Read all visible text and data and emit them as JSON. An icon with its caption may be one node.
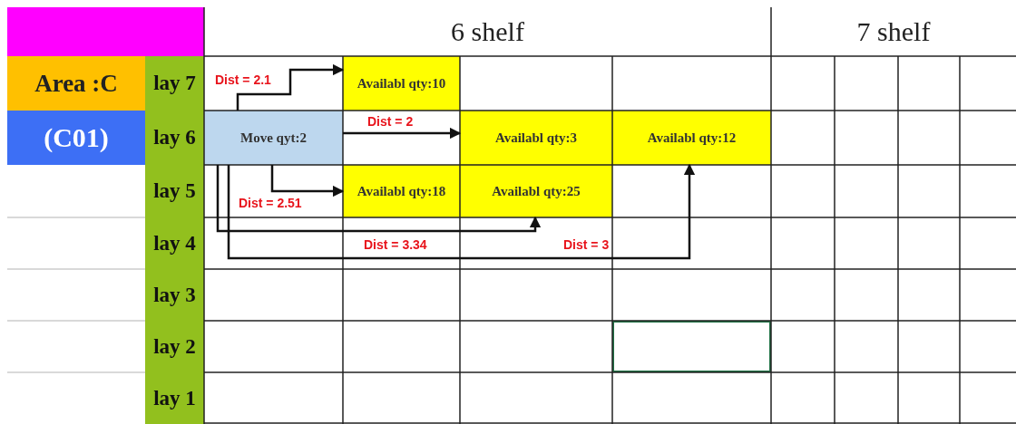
{
  "diagram": {
    "nodes": [
      {
        "text": [
          "Availabl qty:10"
        ]
      },
      {
        "text": [
          "Move qyt:2"
        ]
      },
      {
        "text": [
          "Availabl qty:3"
        ]
      },
      {
        "text": [
          "Availabl qty:12"
        ]
      },
      {
        "text": [
          "Availabl qty:18"
        ]
      },
      {
        "text": [
          "Availabl qty:25"
        ]
      },
      {
        "text": [],
        "shape": "box"
      }
    ],
    "edges": [
      {
        "from": 1,
        "to": 0,
        "arrow": "to",
        "label": "Dist = 2.1"
      },
      {
        "from": 1,
        "to": 2,
        "arrow": "to",
        "label": "Dist = 2"
      },
      {
        "from": 1,
        "to": 3,
        "arrow": "to",
        "label": "Dist = 3"
      },
      {
        "from": 1,
        "to": 5,
        "arrow": "to",
        "label": "Dist = 3.34"
      },
      {
        "from": 1,
        "to": 4,
        "arrow": "to",
        "label": "Dist = 2.51"
      }
    ],
    "labels": [
      "6 shelf",
      "7 shelf",
      "Area :C",
      "lay 7",
      "(C01)",
      "lay 6",
      "lay 5",
      "lay 4",
      "lay 3",
      "lay 2",
      "lay 1"
    ]
  }
}
